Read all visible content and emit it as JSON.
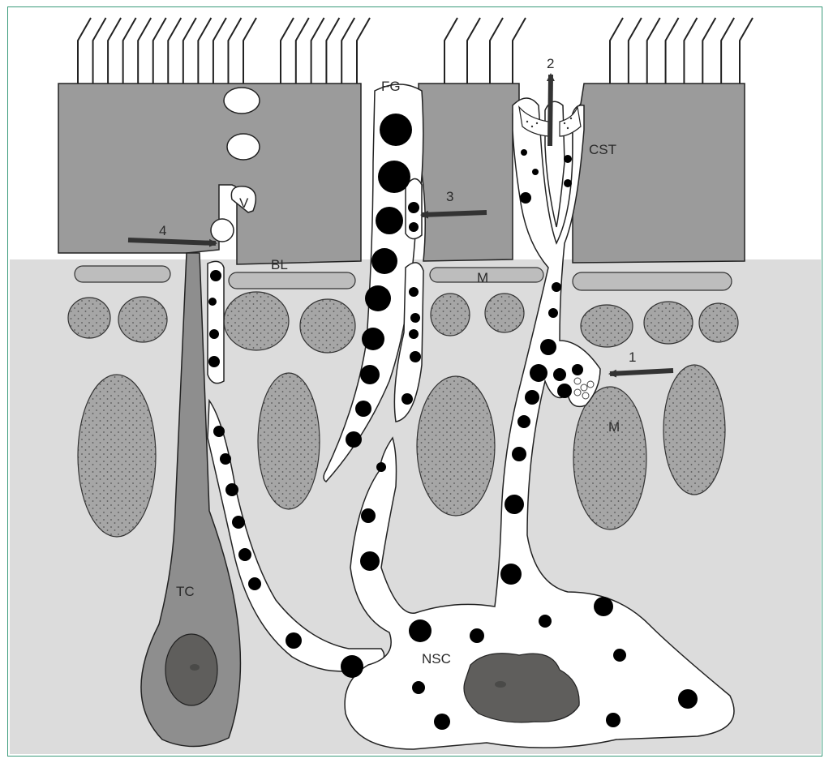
{
  "labels": {
    "FG": "FG",
    "CST": "CST",
    "V": "V",
    "BL": "BL",
    "M_top": "M",
    "M_side": "M",
    "TC": "TC",
    "NSC": "NSC",
    "arrow1": "1",
    "arrow2": "2",
    "arrow3": "3",
    "arrow4": "4"
  },
  "colors": {
    "epithelium": "#9b9b9b",
    "lamina": "#d9d9d9",
    "muscle_blob": "#a3a3a3",
    "tc": "#8e8e8e",
    "nucleus": "#5f5e5c",
    "granule": "#000000",
    "frame": "#3a9a7a"
  },
  "icons": [
    "arrow-icon"
  ]
}
